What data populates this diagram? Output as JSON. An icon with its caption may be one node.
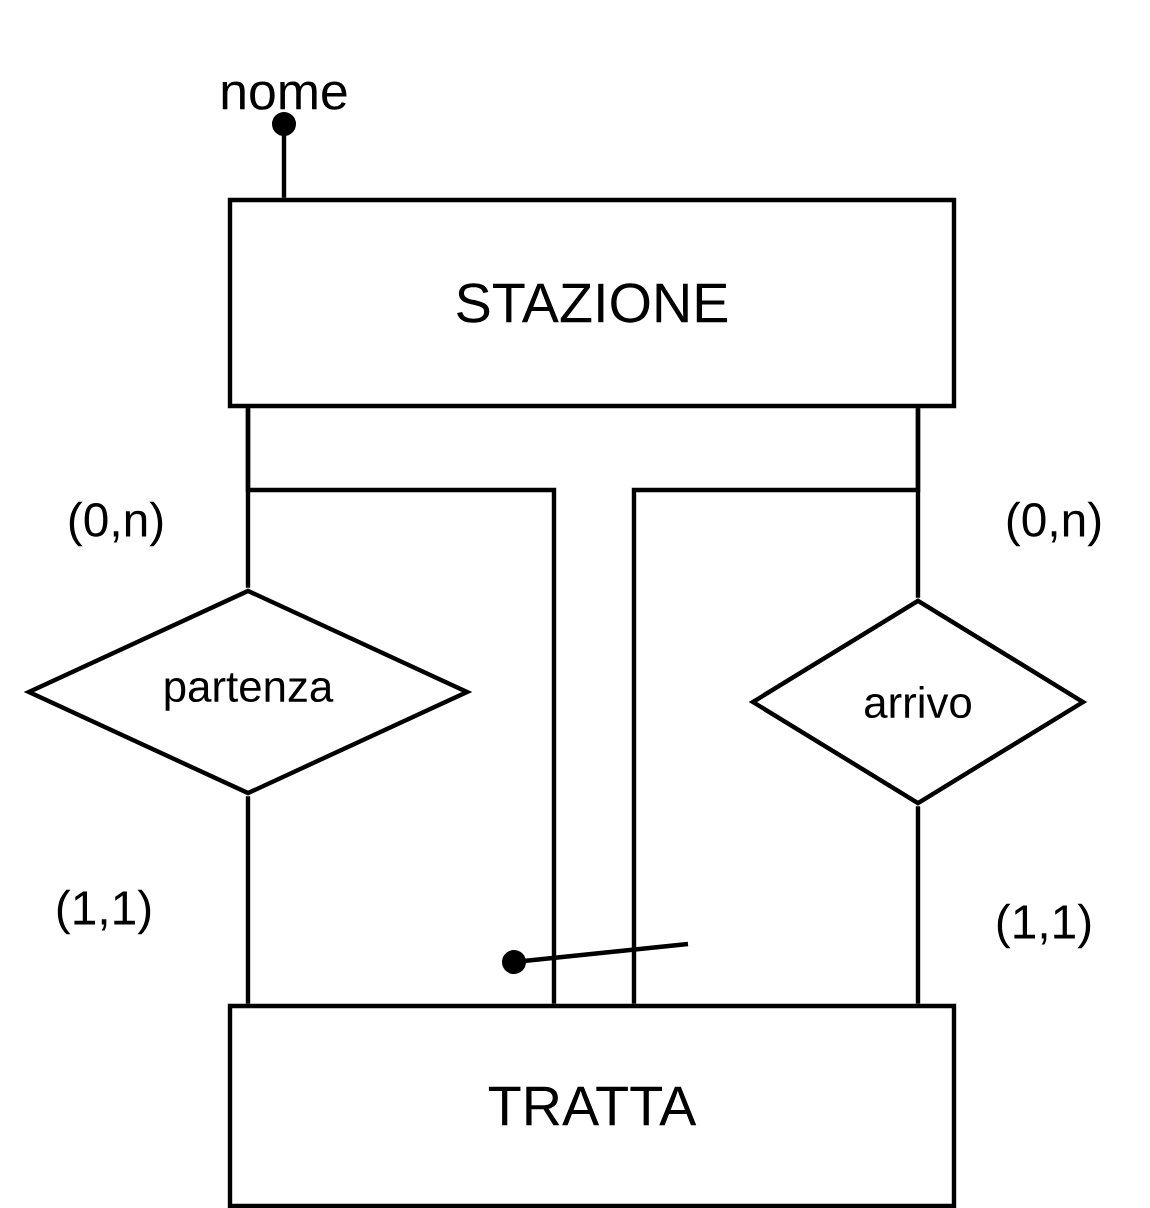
{
  "diagram": {
    "nodes": [
      {
        "text": [
          "nome"
        ]
      },
      {
        "text": [
          "STAZIONE"
        ]
      },
      {
        "text": [
          "partenza"
        ]
      },
      {
        "text": [
          "arrivo"
        ]
      },
      {
        "text": [
          "TRATTA"
        ]
      }
    ],
    "edges": [
      {
        "from": 0,
        "to": 1,
        "arrow": "other"
      },
      {
        "from": 1,
        "to": 2,
        "arrow": "none",
        "label": "(0,n)"
      },
      {
        "from": 2,
        "to": 4,
        "arrow": "none",
        "label": "(1,1)"
      },
      {
        "from": 1,
        "to": 3,
        "arrow": "none",
        "label": "(0,n)"
      },
      {
        "from": 3,
        "to": 4,
        "arrow": "none",
        "label": "(1,1)"
      },
      {
        "from": 1,
        "to": 4,
        "arrow": "none"
      },
      {
        "from": 1,
        "to": 4,
        "arrow": "none"
      }
    ]
  }
}
